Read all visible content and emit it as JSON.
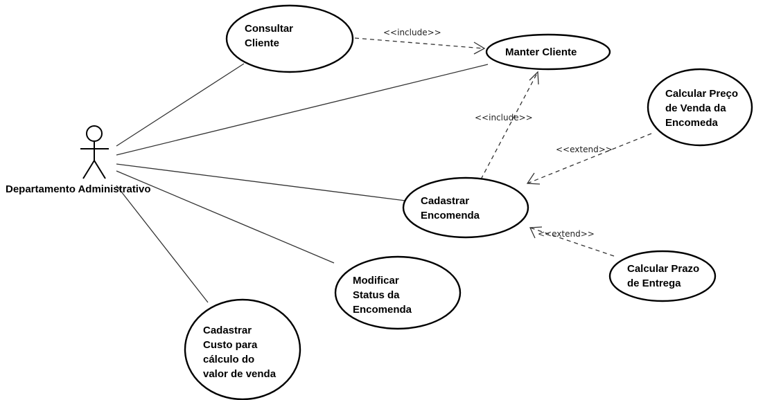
{
  "actor": {
    "name": "Departamento Administrativo"
  },
  "use_cases": {
    "consultar": [
      "Consultar",
      "Cliente"
    ],
    "manter": [
      "Manter Cliente"
    ],
    "calc_preco": [
      "Calcular Preço",
      "de Venda da",
      "Encomeda"
    ],
    "cadastrar_encomenda": [
      "Cadastrar",
      "Encomenda"
    ],
    "calc_prazo": [
      "Calcular Prazo",
      "de Entrega"
    ],
    "modificar": [
      "Modificar",
      "Status da",
      "Encomenda"
    ],
    "cadastrar_custo": [
      "Cadastrar",
      "Custo para",
      "cálculo do",
      "valor de venda"
    ]
  },
  "relations": {
    "include_consultar_manter": "<<include>>",
    "include_encomenda_manter": "<<include>>",
    "extend_preco_encomenda": "<<extend>>",
    "extend_prazo_encomenda": "<<extend>>"
  }
}
